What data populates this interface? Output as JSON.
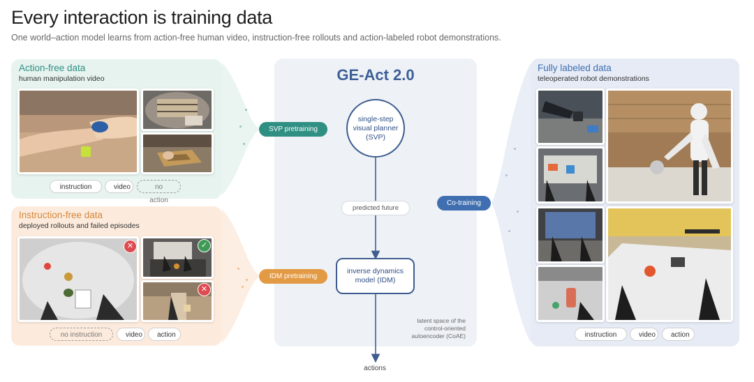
{
  "header": {
    "title": "Every interaction is training data",
    "subtitle": "One world–action model learns from action-free human video, instruction-free rollouts and action-labeled robot demonstrations."
  },
  "action_free": {
    "title": "Action-free data",
    "subtitle": "human manipulation video",
    "tags": [
      "instruction",
      "video",
      "no action"
    ],
    "color": "#2f8f83"
  },
  "instruction_free": {
    "title": "Instruction-free data",
    "subtitle": "deployed rollouts and failed episodes",
    "tags": [
      "no instruction",
      "video",
      "action"
    ],
    "color": "#e39a44"
  },
  "fully_labeled": {
    "title": "Fully labeled data",
    "subtitle": "teleoperated robot demonstrations",
    "tags": [
      "instruction",
      "video",
      "action"
    ],
    "color": "#3f6fb0"
  },
  "model": {
    "title": "GE-Act 2.0",
    "svp_line1": "single-step",
    "svp_line2": "visual planner",
    "svp_line3": "(SVP)",
    "idm_line1": "inverse dynamics",
    "idm_line2": "model (IDM)",
    "predicted_future": "predicted future",
    "latent_line1": "latent space of the",
    "latent_line2": "control-oriented",
    "latent_line3": "autoencoder (CoAE)",
    "output": "actions"
  },
  "connectors": {
    "svp_pretraining": "SVP pretraining",
    "idm_pretraining": "IDM pretraining",
    "co_training": "Co-training"
  }
}
